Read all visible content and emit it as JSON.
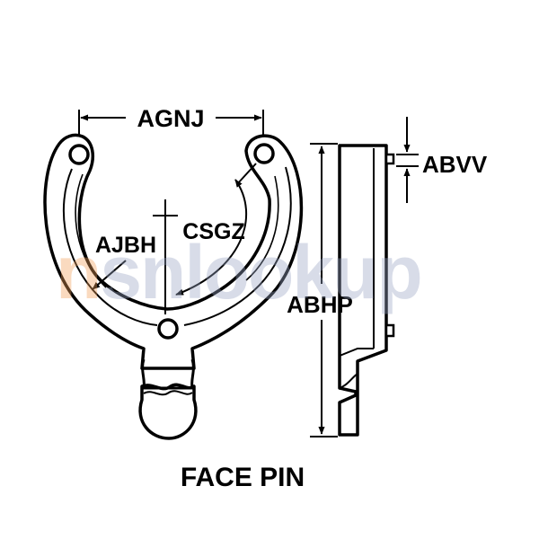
{
  "dimensions": {
    "agnj": "AGNJ",
    "abvv": "ABVV",
    "ajbh": "AJBH",
    "csgz": "CSGZ",
    "abhp": "ABHP"
  },
  "caption": "FACE PIN",
  "watermark": {
    "accent": "n",
    "text": "snlookup",
    "accent_color": "#f2a05a"
  },
  "colors": {
    "ink": "#000000",
    "background": "#ffffff"
  }
}
